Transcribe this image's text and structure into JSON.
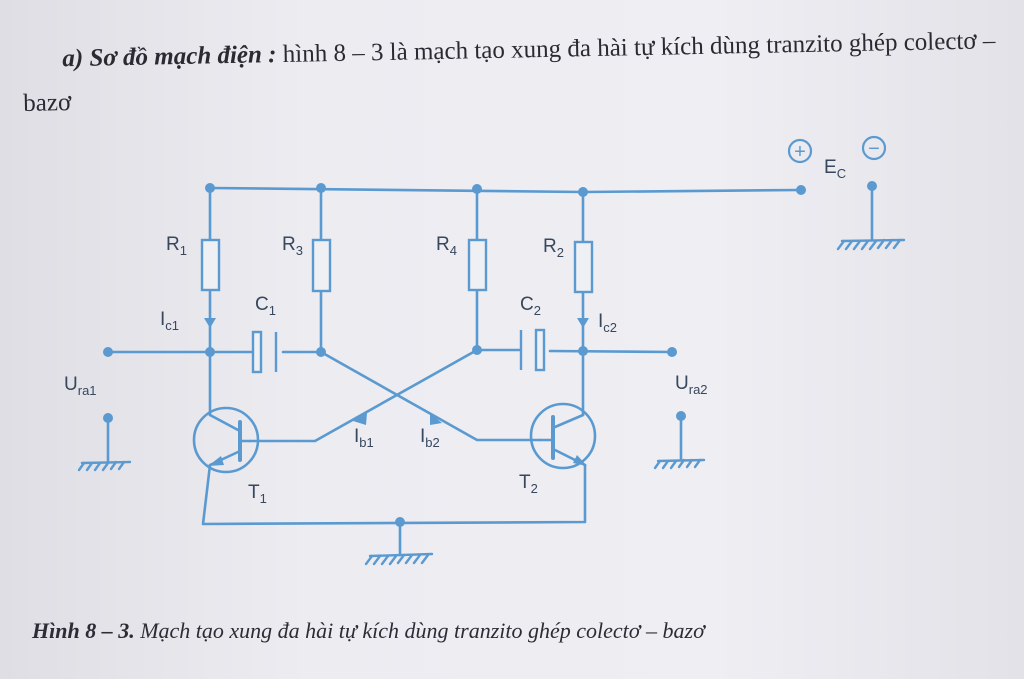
{
  "intro": {
    "lead": "a) Sơ đồ mạch điện :",
    "text": " hình 8 – 3 là mạch tạo xung đa hài tự kích dùng tranzito ghép colectơ – bazơ"
  },
  "circuit": {
    "resistors": [
      {
        "base": "R",
        "sub": "1"
      },
      {
        "base": "R",
        "sub": "3"
      },
      {
        "base": "R",
        "sub": "4"
      },
      {
        "base": "R",
        "sub": "2"
      }
    ],
    "capacitors": [
      {
        "base": "C",
        "sub": "1"
      },
      {
        "base": "C",
        "sub": "2"
      }
    ],
    "transistors": [
      {
        "base": "T",
        "sub": "1"
      },
      {
        "base": "T",
        "sub": "2"
      }
    ],
    "currents": [
      {
        "base": "I",
        "sub": "c1"
      },
      {
        "base": "I",
        "sub": "c2"
      },
      {
        "base": "I",
        "sub": "b1"
      },
      {
        "base": "I",
        "sub": "b2"
      }
    ],
    "outputs": [
      {
        "base": "U",
        "sub": "ra1"
      },
      {
        "base": "U",
        "sub": "ra2"
      }
    ],
    "supply": {
      "base": "E",
      "sub": "C",
      "plus": "+",
      "minus": "−"
    },
    "line_color": "#5a9ad0",
    "label_color": "#37475e"
  },
  "caption": {
    "number": "Hình 8 – 3.",
    "text": " Mạch tạo xung đa hài tự kích dùng tranzito ghép colectơ – bazơ"
  }
}
